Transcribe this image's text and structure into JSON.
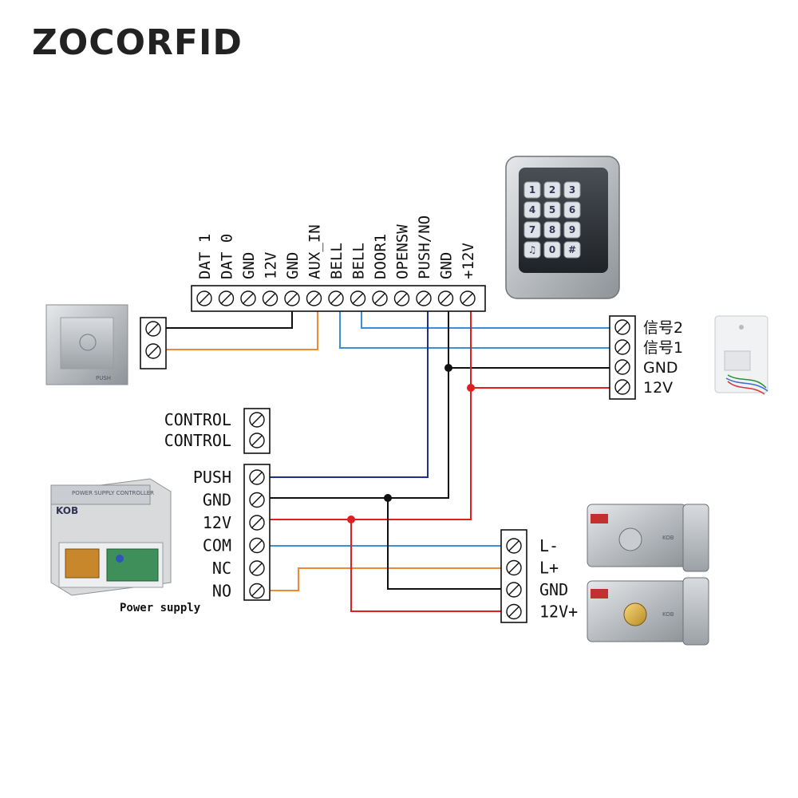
{
  "brand": "ZOCORFID",
  "controller_terminals": [
    "DAT 1",
    "DAT 0",
    "GND",
    "12V",
    "GND",
    "AUX_IN",
    "BELL",
    "BELL",
    "DOOR1",
    "OPENSW",
    "PUSH/NO",
    "GND",
    "+12V"
  ],
  "bell_terminals": [
    "信号2",
    "信号1",
    "GND",
    "12V"
  ],
  "control_terminals": [
    "CONTROL",
    "CONTROL"
  ],
  "power_terminals": [
    "PUSH",
    "GND",
    "12V",
    "COM",
    "NC",
    "NO"
  ],
  "lock_terminals": [
    "L-",
    "L+",
    "GND",
    "12V+"
  ],
  "power_supply_caption": "Power supply",
  "keypad_keys": [
    "1",
    "2",
    "3",
    "4",
    "5",
    "6",
    "7",
    "8",
    "9",
    "♫",
    "0",
    "#"
  ],
  "exit_button_label": "PUSH",
  "psu_title": "POWER SUPPLY CONTROLLER",
  "psu_brand": "KOB",
  "lock_brand": "KOB",
  "colors": {
    "blue": "#3a8fd6",
    "navy": "#1e2f8c",
    "black": "#111111",
    "red": "#e02020",
    "orange": "#f08a30"
  }
}
